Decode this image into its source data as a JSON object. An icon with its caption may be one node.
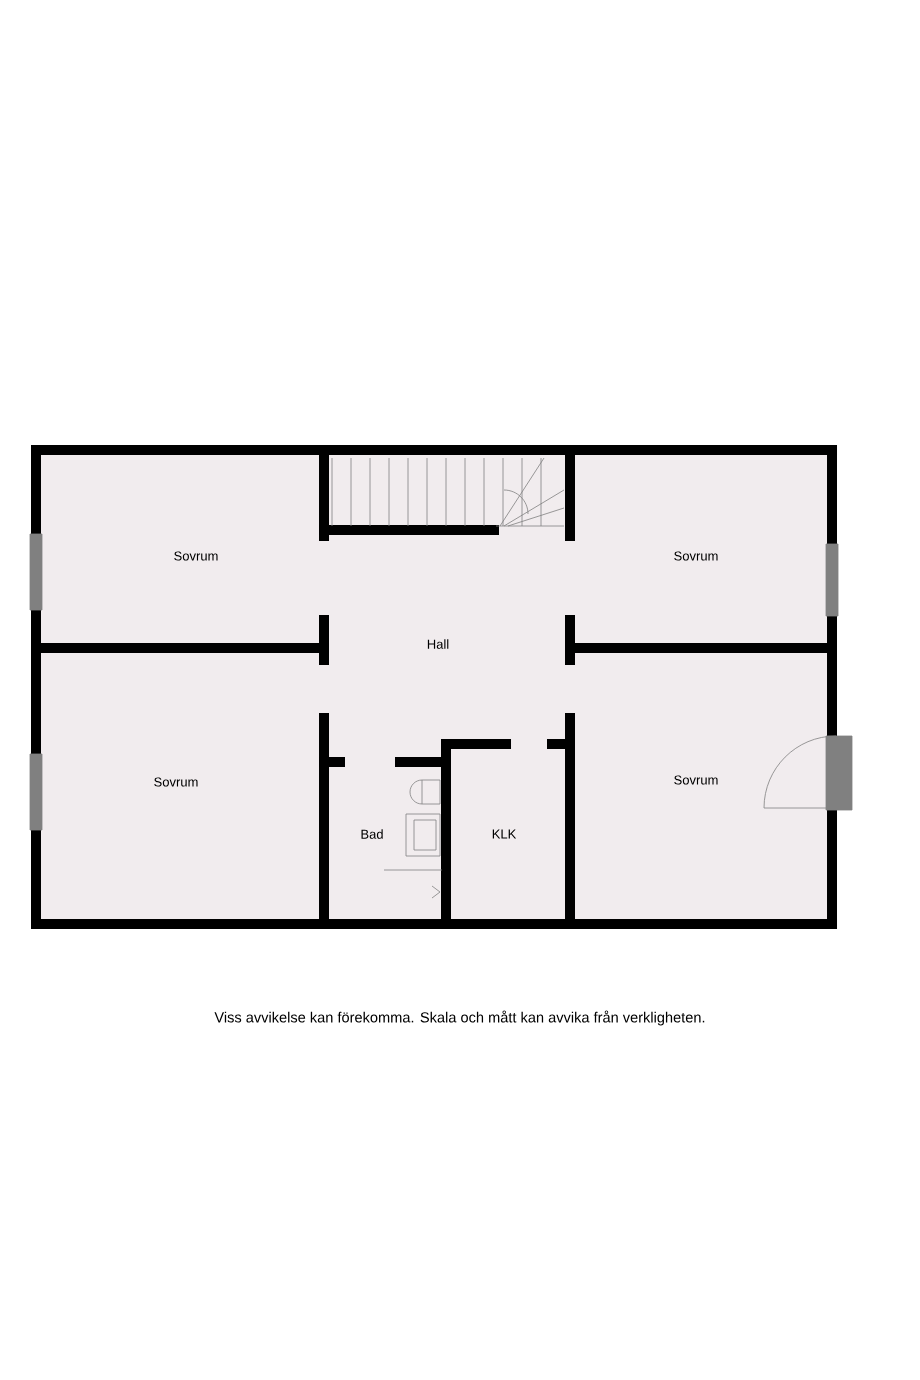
{
  "diagram": {
    "labels": [
      "Sovrum",
      "Sovrum",
      "Hall",
      "Sovrum",
      "Sovrum",
      "Bad",
      "KLK",
      "Viss avvikelse kan förekomma. Skala och mått kan avvika från verkligheten."
    ]
  }
}
